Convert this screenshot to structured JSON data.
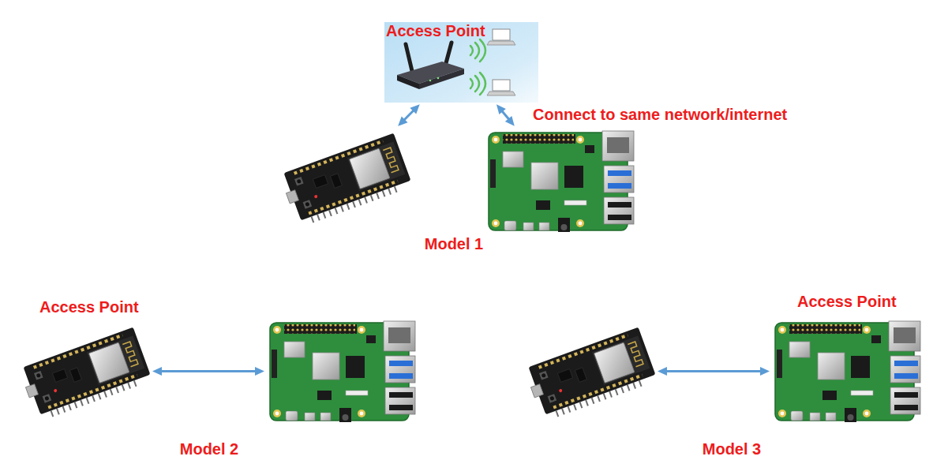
{
  "diagram": {
    "nodes": [
      {
        "text": [
          "Access Point"
        ]
      },
      {
        "text": []
      },
      {
        "text": [
          "Connect to same network/internet"
        ]
      },
      {
        "text": [
          "Access Point"
        ]
      },
      {
        "text": []
      },
      {
        "text": []
      },
      {
        "text": [
          "Access Point"
        ]
      }
    ],
    "edges": [
      {
        "from": 1,
        "to": 0,
        "arrow": "both"
      },
      {
        "from": 0,
        "to": 2,
        "arrow": "both"
      },
      {
        "from": 3,
        "to": 4,
        "arrow": "both"
      },
      {
        "from": 5,
        "to": 6,
        "arrow": "both"
      }
    ],
    "labels": [
      "Model 1",
      "Model 2",
      "Model 3"
    ]
  }
}
